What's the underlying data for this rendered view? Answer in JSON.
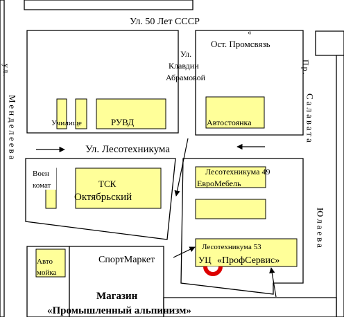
{
  "streets": {
    "top": "Ул.  50 Лет  СССР",
    "middle": "Ул. Лесотехникума",
    "klavdii": [
      "Ул.",
      "Клавдии",
      "Абрамовой"
    ],
    "mendeleeva_prefix": "ул.",
    "mendeleeva": "Менделеева",
    "salavata_prefix": "Пр.",
    "salavata": "Салавата",
    "yulaeva": "Юлаева"
  },
  "places": {
    "ost_quote": "«",
    "ost": "Ост. Промсвязь",
    "uchilische": "Училище",
    "ruvd": "РУВД",
    "avtostoyanka": "Автостоянка",
    "voenkomat_1": "Воен",
    "voenkomat_2": "комат",
    "tsk_1": "ТСК",
    "tsk_2": "Октябрьский",
    "lesotekh49": "Лесотехникума 49",
    "evromebel": "ЕвроМебель",
    "lesotekh53": "Лесотехникума 53",
    "uts": "УЦ",
    "profservis": "«ПрофСервис»",
    "sportmarket": "СпортМаркет",
    "avtomoyka_1": "Авто",
    "avtomoyka_2": "мойка",
    "magazin_1": "Магазин",
    "magazin_2": "«Промышленный альпинизм»"
  },
  "colors": {
    "building": "#ffff99",
    "marker": "#dd0000",
    "highlight_text": "#cc2200"
  }
}
